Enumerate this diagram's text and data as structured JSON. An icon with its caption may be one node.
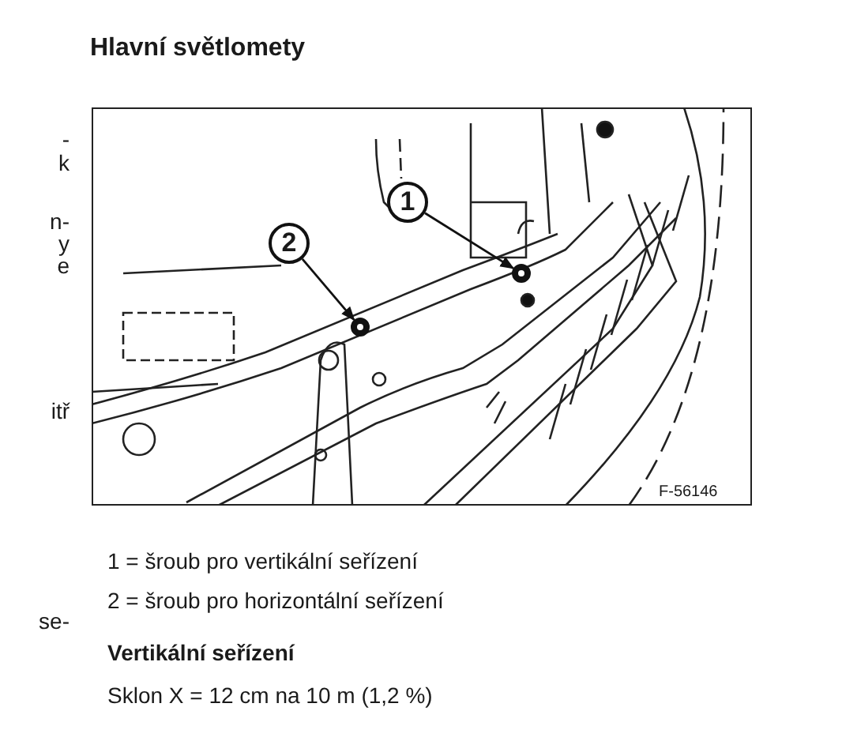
{
  "diagram": {
    "title": "Hlavní světlomety",
    "nodes": [
      {
        "text": [
          "1"
        ]
      },
      {
        "text": [],
        "shape": "circle"
      },
      {
        "text": [
          "2"
        ]
      },
      {
        "text": [],
        "shape": "circle"
      }
    ],
    "edges": [
      {
        "from": 0,
        "to": 1,
        "arrow": "to"
      },
      {
        "from": 2,
        "to": 3,
        "arrow": "to"
      }
    ],
    "labels": [
      "-",
      "k",
      "n-",
      "y",
      "e",
      "itř",
      "se-",
      "F-56146",
      "1 = šroub pro vertikální seřízení",
      "2 = šroub pro horizontální seřízení",
      "Vertikální seřízení",
      "Sklon X = 12 cm na 10 m (1,2 %)"
    ]
  }
}
